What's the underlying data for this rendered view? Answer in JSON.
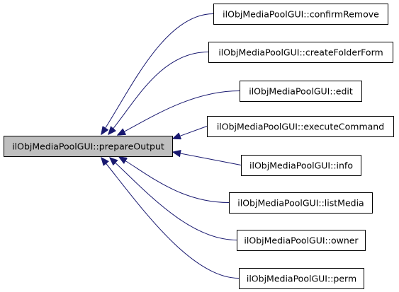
{
  "colors": {
    "edge": "#191970",
    "focus_fill": "#bfbfbf",
    "node_fill": "#ffffff",
    "border": "#000000"
  },
  "focus_node": {
    "id": "prepareOutput",
    "label": "ilObjMediaPoolGUI::prepareOutput"
  },
  "caller_nodes": [
    {
      "id": "confirmRemove",
      "label": "ilObjMediaPoolGUI::confirmRemove"
    },
    {
      "id": "createFolderForm",
      "label": "ilObjMediaPoolGUI::createFolderForm"
    },
    {
      "id": "edit",
      "label": "ilObjMediaPoolGUI::edit"
    },
    {
      "id": "executeCommand",
      "label": "ilObjMediaPoolGUI::executeCommand"
    },
    {
      "id": "info",
      "label": "ilObjMediaPoolGUI::info"
    },
    {
      "id": "listMedia",
      "label": "ilObjMediaPoolGUI::listMedia"
    },
    {
      "id": "owner",
      "label": "ilObjMediaPoolGUI::owner"
    },
    {
      "id": "perm",
      "label": "ilObjMediaPoolGUI::perm"
    }
  ],
  "edges": [
    {
      "from": "confirmRemove",
      "to": "prepareOutput"
    },
    {
      "from": "createFolderForm",
      "to": "prepareOutput"
    },
    {
      "from": "edit",
      "to": "prepareOutput"
    },
    {
      "from": "executeCommand",
      "to": "prepareOutput"
    },
    {
      "from": "info",
      "to": "prepareOutput"
    },
    {
      "from": "listMedia",
      "to": "prepareOutput"
    },
    {
      "from": "owner",
      "to": "prepareOutput"
    },
    {
      "from": "perm",
      "to": "prepareOutput"
    }
  ]
}
